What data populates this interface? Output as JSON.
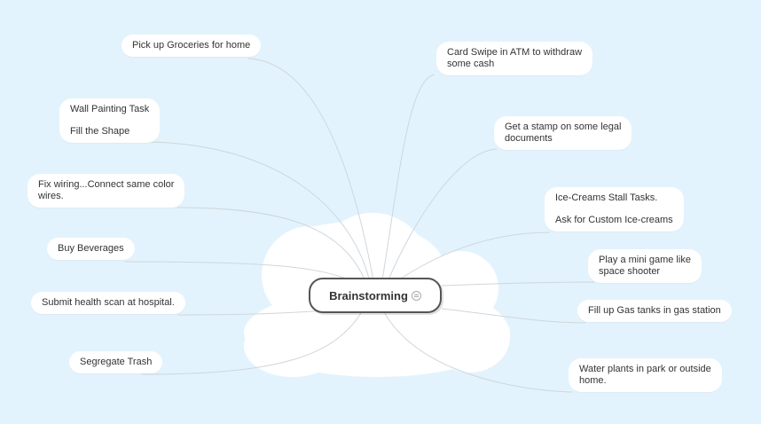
{
  "central": {
    "label": "Brainstorming",
    "icon": "note-icon"
  },
  "colors": {
    "background": "#e3f3fd",
    "cloud": "#ffffff",
    "connector": "#cfd6db",
    "central_border": "#555555"
  },
  "topics": {
    "groceries": [
      "Pick up Groceries for home"
    ],
    "painting": [
      "Wall Painting Task",
      "Fill the Shape"
    ],
    "wiring": [
      "Fix wiring...Connect same color",
      "wires."
    ],
    "beverages": [
      "Buy Beverages"
    ],
    "health": [
      "Submit health scan at hospital."
    ],
    "trash": [
      "Segregate Trash"
    ],
    "atm": [
      "Card Swipe in ATM to withdraw",
      "some cash"
    ],
    "stamp": [
      "Get a stamp on some legal",
      "documents"
    ],
    "icecream": [
      "Ice-Creams Stall Tasks.",
      "Ask for Custom Ice-creams"
    ],
    "minigame": [
      "Play a mini game like",
      "space shooter"
    ],
    "gas": [
      "Fill up Gas tanks in gas station"
    ],
    "plants": [
      "Water plants in park or outside",
      "home."
    ]
  }
}
